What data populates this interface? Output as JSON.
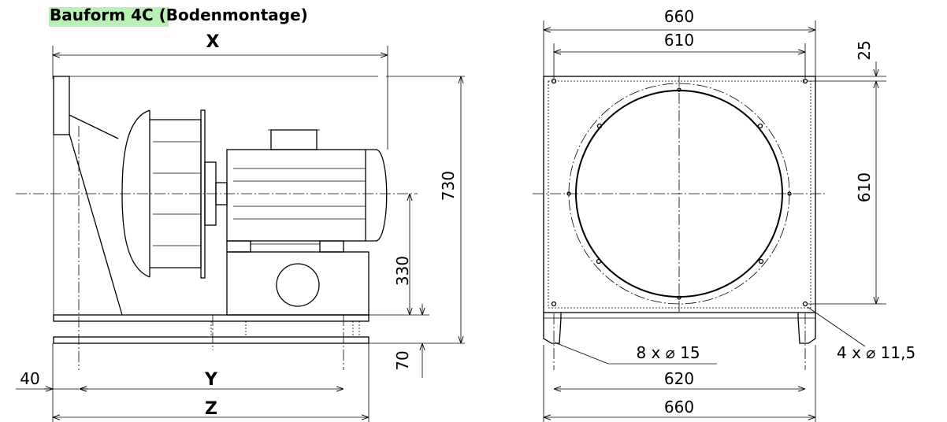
{
  "title": {
    "highlight": "Bauform 4C",
    "suffix": " (Bodenmontage)"
  },
  "side_view": {
    "dims": {
      "x": "X",
      "y": "Y",
      "z": "Z",
      "h730": "730",
      "h330": "330",
      "h70": "70",
      "w40": "40"
    }
  },
  "front_view": {
    "dims": {
      "top660": "660",
      "top610": "610",
      "d25": "25",
      "h610": "610",
      "holes_feet": "8 x ⌀ 15",
      "b620": "620",
      "b660": "660",
      "holes_frame": "4 x ⌀ 11,5"
    }
  }
}
